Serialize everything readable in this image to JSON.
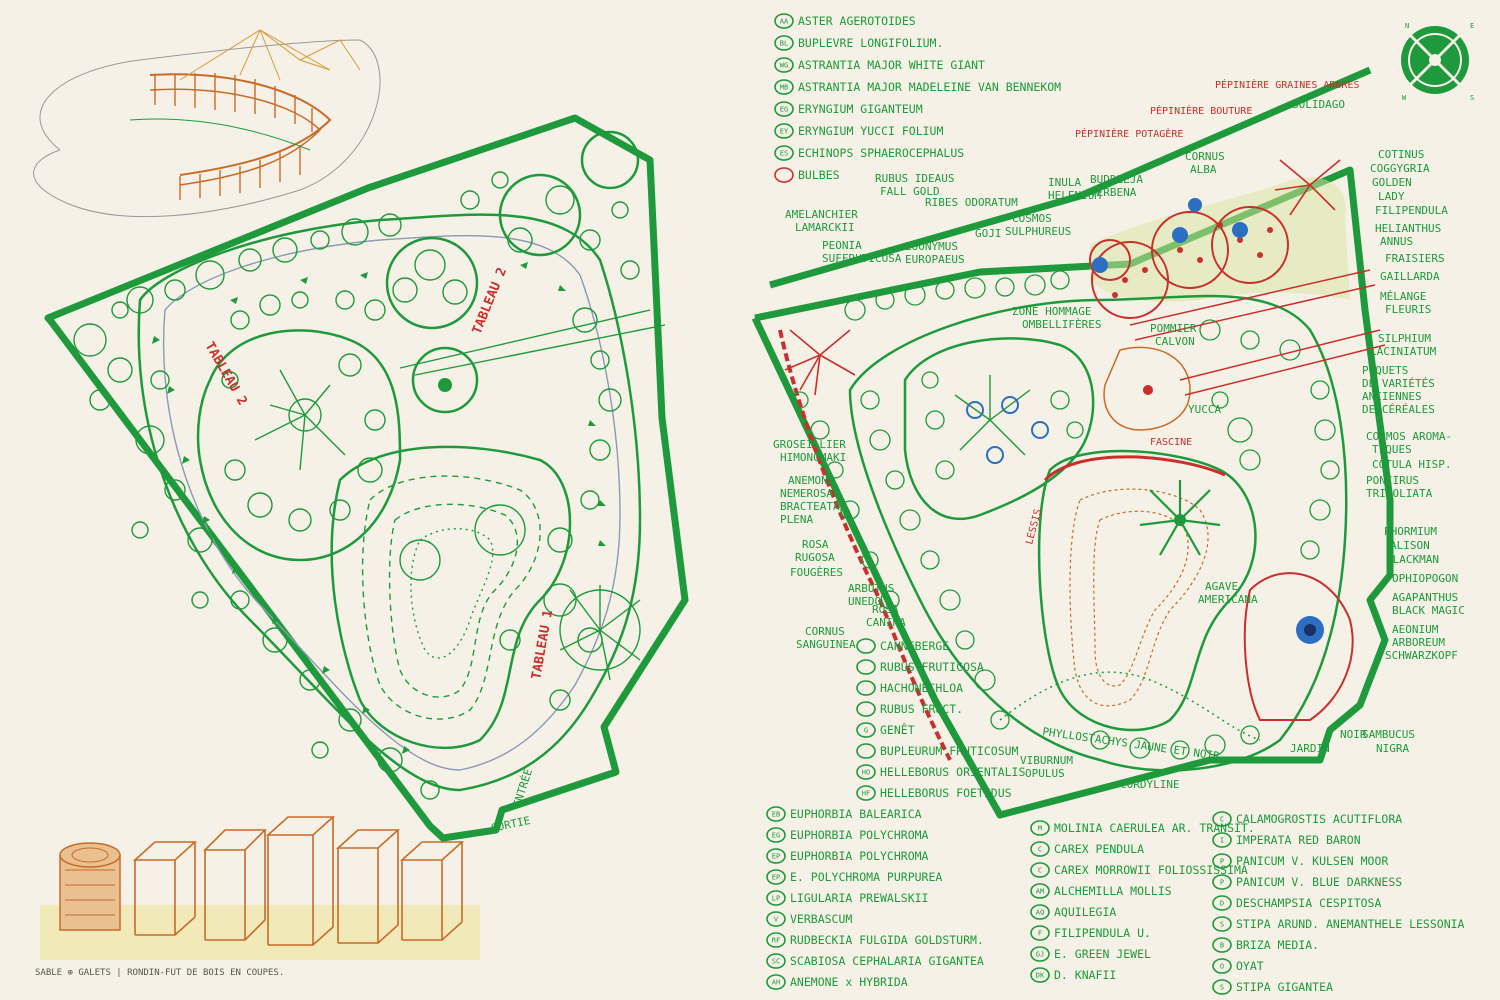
{
  "caption": "SABLE ⊕ GALETS | RONDIN-FUT DE BOIS EN COUPES.",
  "stamp": "JARDIN",
  "compass": {
    "letters": [
      "N",
      "E",
      "S",
      "W"
    ]
  },
  "left_plan": {
    "tableaux": [
      "TABLEAU 2",
      "TABLEAU 2",
      "TABLEAU 1"
    ],
    "sortie": "SORTIE",
    "entree": "ENTRÉE"
  },
  "right_plan": {
    "top_labels": [
      "PÉPINIÈRE POTAGÈRE",
      "PÉPINIÈRE BOUTURE",
      "PÉPINIÈRE GRAINES ARBRES",
      "SOLIDAGO"
    ],
    "labels": [
      "AMELANCHIER",
      "LAMARCKII",
      "PEONIA",
      "SUFFRUTICOSA",
      "RUBUS IDEAUS",
      "FALL GOLD",
      "EUONYMUS",
      "EUROPAEUS",
      "RIBES ODORATUM",
      "GOJI",
      "COSMOS",
      "SULPHUREUS",
      "INULA",
      "HELENIUM",
      "BUDDLEJA",
      "VERBENA",
      "CORNUS",
      "ALBA",
      "ZONE HOMMAGE",
      "OMBELLIFÈRES",
      "POMMIER",
      "CALVON",
      "YUCCA",
      "FASCINE",
      "COTINUS",
      "COGGYGRIA",
      "GOLDEN",
      "LADY",
      "FILIPENDULA",
      "HELIANTHUS",
      "ANNUS",
      "FRAISIERS",
      "GAILLARDA",
      "MÉLANGE",
      "FLEURIS",
      "SILPHIUM",
      "LACINIATUM",
      "POQUETS",
      "DE VARIÉTÉS",
      "ANCIENNES",
      "DE CÉRÉALES",
      "COSMOS AROMA-",
      "TIQUES",
      "COTULA HISP.",
      "PONCIRUS",
      "TRIFOLIATA",
      "PHORMIUM",
      "ALISON",
      "BLACKMAN",
      "OPHIOPOGON",
      "AGAPANTHUS",
      "BLACK MAGIC",
      "AEONIUM",
      "ARBOREUM",
      "SCHWARZKOPF",
      "SAMBUCUS",
      "NIGRA",
      "NOIR",
      "GROSEILLIER",
      "HIMONOMAKI",
      "ANEMONA",
      "NEMEROSA",
      "BRACTEATA",
      "PLENA",
      "ROSA",
      "RUGOSA",
      "FOUGÈRES",
      "ARBUTUS",
      "UNEDO",
      "ROSA",
      "CANINA",
      "CORNUS",
      "SANGUINEA",
      "AGAVE",
      "AMERICANA",
      "PHYLLOSTACHYS JAUNE ET NOIR",
      "VIBURNUM",
      "OPULUS",
      "CORDYLINE",
      "LESSIS"
    ]
  },
  "legend_top": [
    {
      "code": "AA",
      "name": "ASTER AGEROTOIDES"
    },
    {
      "code": "BL",
      "name": "BUPLEVRE LONGIFOLIUM."
    },
    {
      "code": "WG",
      "name": "ASTRANTIA MAJOR WHITE GIANT"
    },
    {
      "code": "MB",
      "name": "ASTRANTIA MAJOR MADELEINE VAN BENNEKOM"
    },
    {
      "code": "EG",
      "name": "ERYNGIUM GIGANTEUM"
    },
    {
      "code": "EY",
      "name": "ERYNGIUM YUCCI FOLIUM"
    },
    {
      "code": "ES",
      "name": "ECHINOPS SPHAEROCEPHALUS"
    },
    {
      "code": "",
      "name": "BULBES"
    }
  ],
  "legend_left": [
    {
      "code": "",
      "name": "CANNEBERGE"
    },
    {
      "code": "",
      "name": "RUBUS FRUTICOSA"
    },
    {
      "code": "",
      "name": "HACHONECHLOA"
    },
    {
      "code": "",
      "name": "RUBUS FRUCT."
    },
    {
      "code": "G",
      "name": "GENÊT"
    },
    {
      "code": "",
      "name": "BUPLEURUM FRUTICOSUM"
    },
    {
      "code": "HO",
      "name": "HELLEBORUS ORIENTALIS"
    },
    {
      "code": "HF",
      "name": "HELLEBORUS FOETIDUS"
    }
  ],
  "legend_bottom_a": [
    {
      "code": "EB",
      "name": "EUPHORBIA BALEARICA"
    },
    {
      "code": "EG",
      "name": "EUPHORBIA POLYCHROMA"
    },
    {
      "code": "EP",
      "name": "EUPHORBIA POLYCHROMA"
    },
    {
      "code": "EP",
      "name": "E. POLYCHROMA PURPUREA"
    },
    {
      "code": "LP",
      "name": "LIGULARIA PREWALSKII"
    },
    {
      "code": "V",
      "name": "VERBASCUM"
    },
    {
      "code": "RF",
      "name": "RUDBECKIA FULGIDA GOLDSTURM."
    },
    {
      "code": "SC",
      "name": "SCABIOSA CEPHALARIA GIGANTEA"
    },
    {
      "code": "AH",
      "name": "ANEMONE x HYBRIDA"
    }
  ],
  "legend_bottom_b": [
    {
      "code": "M",
      "name": "MOLINIA CAERULEA AR. TRANSIT."
    },
    {
      "code": "C",
      "name": "CAREX PENDULA"
    },
    {
      "code": "C",
      "name": "CAREX MORROWII FOLIOSSISSIMA"
    },
    {
      "code": "AM",
      "name": "ALCHEMILLA MOLLIS"
    },
    {
      "code": "AQ",
      "name": "AQUILEGIA"
    },
    {
      "code": "F",
      "name": "FILIPENDULA U."
    },
    {
      "code": "GJ",
      "name": "E. GREEN JEWEL"
    },
    {
      "code": "DK",
      "name": "D. KNAFII"
    }
  ],
  "legend_bottom_c": [
    {
      "code": "C",
      "name": "CALAMOGROSTIS ACUTIFLORA"
    },
    {
      "code": "I",
      "name": "IMPERATA RED BARON"
    },
    {
      "code": "P",
      "name": "PANICUM V. KULSEN MOOR"
    },
    {
      "code": "P",
      "name": "PANICUM V. BLUE DARKNESS"
    },
    {
      "code": "D",
      "name": "DESCHAMPSIA CESPITOSA"
    },
    {
      "code": "S",
      "name": "STIPA ARUND. ANEMANTHELE LESSONIA"
    },
    {
      "code": "B",
      "name": "BRIZA MEDIA."
    },
    {
      "code": "O",
      "name": "OYAT"
    },
    {
      "code": "S",
      "name": "STIPA GIGANTEA"
    }
  ],
  "colors": {
    "ink_green": "#1e9a3c",
    "ink_red": "#c9302c",
    "ink_orange": "#c96a28",
    "ink_blue": "#2c6fc2",
    "paper": "#f5f1e6"
  }
}
